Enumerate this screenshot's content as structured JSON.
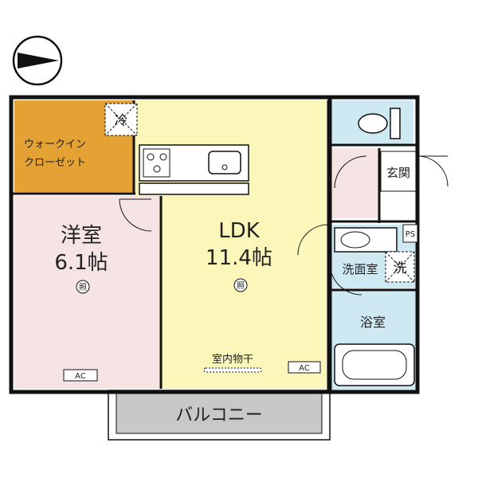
{
  "rooms": {
    "walkin": {
      "line1": "ウォークイン",
      "line2": "クローゼット"
    },
    "western": {
      "name": "洋室",
      "size": "6.1帖",
      "light_mark": "照",
      "ac": "AC"
    },
    "ldk": {
      "name": "LDK",
      "size": "11.4帖",
      "light_mark": "照",
      "ac": "AC",
      "drying": "室内物干"
    },
    "entrance": {
      "name": "玄関"
    },
    "ps": {
      "name": "PS"
    },
    "washroom": {
      "name": "洗面室",
      "washer_mark": "洗"
    },
    "bath": {
      "name": "浴室"
    },
    "balcony": {
      "name": "バルコニー"
    },
    "fridge_mark": "冷"
  },
  "colors": {
    "walkin": "#e3a233",
    "western": "#f6e4e4",
    "ldk": "#fbf6b9",
    "wet_area": "#cfe9f3",
    "entrance_floor": "#f6e4e4",
    "balcony": "#c8c8c8",
    "wall": "#111111"
  },
  "icons": {
    "north": "north-arrow-icon"
  }
}
